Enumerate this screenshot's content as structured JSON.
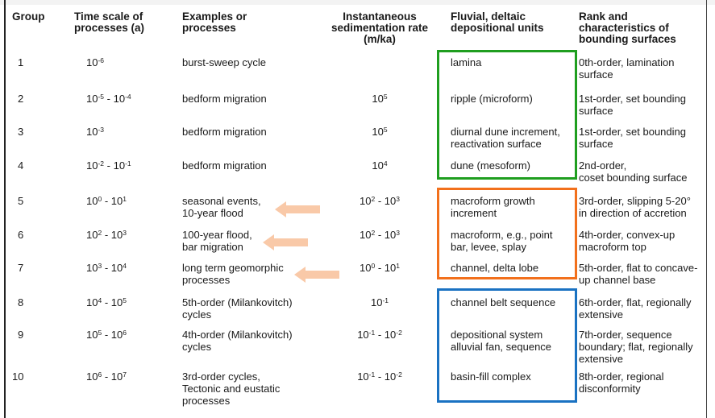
{
  "table": {
    "headers": {
      "group": "Group",
      "time_scale": "Time scale of processes (a)",
      "examples": "Examples or processes",
      "rate": "Instantaneous sedimentation rate (m/ka)",
      "units": "Fluvial, deltaic depositional units",
      "rank": "Rank and characteristics of bounding surfaces"
    },
    "header_lines": {
      "time_scale": [
        "Time scale of",
        "processes (a)"
      ],
      "examples": [
        "Examples or",
        "processes"
      ],
      "rate": [
        "Instantaneous",
        "sedimentation rate",
        "(m/ka)"
      ],
      "units": [
        "Fluvial, deltaic",
        "depositional units"
      ],
      "rank": [
        "Rank and",
        "characteristics of",
        "bounding surfaces"
      ]
    },
    "rows": [
      {
        "group": "1",
        "time": [
          [
            "10",
            "-6"
          ]
        ],
        "examples": [
          "burst-sweep cycle"
        ],
        "rate": [],
        "units": [
          "lamina"
        ],
        "rank": [
          "0th-order, lamination",
          "surface"
        ]
      },
      {
        "group": "2",
        "time": [
          [
            "10",
            "-5"
          ],
          [
            "10",
            "-4"
          ]
        ],
        "examples": [
          "bedform migration"
        ],
        "rate": [
          [
            "10",
            "5"
          ]
        ],
        "units": [
          "ripple (microform)"
        ],
        "rank": [
          "1st-order, set bounding",
          "surface"
        ]
      },
      {
        "group": "3",
        "time": [
          [
            "10",
            "-3"
          ]
        ],
        "examples": [
          "bedform migration"
        ],
        "rate": [
          [
            "10",
            "5"
          ]
        ],
        "units": [
          "diurnal dune increment,",
          "reactivation surface"
        ],
        "rank": [
          "1st-order, set bounding",
          "surface"
        ]
      },
      {
        "group": "4",
        "time": [
          [
            "10",
            "-2"
          ],
          [
            "10",
            "-1"
          ]
        ],
        "examples": [
          "bedform migration"
        ],
        "rate": [
          [
            "10",
            "4"
          ]
        ],
        "units": [
          "dune (mesoform)"
        ],
        "rank": [
          "2nd-order,",
          "coset bounding surface"
        ]
      },
      {
        "group": "5",
        "time": [
          [
            "10",
            "0"
          ],
          [
            "10",
            "1"
          ]
        ],
        "examples": [
          "seasonal events,",
          "10-year flood"
        ],
        "rate": [
          [
            "10",
            "2"
          ],
          [
            "10",
            "3"
          ]
        ],
        "units": [
          "macroform growth",
          "increment"
        ],
        "rank": [
          "3rd-order, slipping 5-20°",
          "in direction of accretion"
        ]
      },
      {
        "group": "6",
        "time": [
          [
            "10",
            "2"
          ],
          [
            "10",
            "3"
          ]
        ],
        "examples": [
          "100-year flood,",
          "bar migration"
        ],
        "rate": [
          [
            "10",
            "2"
          ],
          [
            "10",
            "3"
          ]
        ],
        "units": [
          "macroform, e.g., point",
          "bar, levee, splay"
        ],
        "rank": [
          "4th-order, convex-up",
          "macroform top"
        ]
      },
      {
        "group": "7",
        "time": [
          [
            "10",
            "3"
          ],
          [
            "10",
            "4"
          ]
        ],
        "examples": [
          "long term geomorphic",
          "processes"
        ],
        "rate": [
          [
            "10",
            "0"
          ],
          [
            "10",
            "1"
          ]
        ],
        "units": [
          "channel, delta lobe"
        ],
        "rank": [
          "5th-order, flat to concave-",
          "up channel base"
        ]
      },
      {
        "group": "8",
        "time": [
          [
            "10",
            "4"
          ],
          [
            "10",
            "5"
          ]
        ],
        "examples": [
          "5th-order (Milankovitch)",
          "cycles"
        ],
        "rate": [
          [
            "10",
            "-1"
          ]
        ],
        "units": [
          "channel belt sequence"
        ],
        "rank": [
          "6th-order, flat, regionally",
          "extensive"
        ]
      },
      {
        "group": "9",
        "time": [
          [
            "10",
            "5"
          ],
          [
            "10",
            "6"
          ]
        ],
        "examples": [
          "4th-order (Milankovitch)",
          "cycles"
        ],
        "rate": [
          [
            "10",
            "-1"
          ],
          [
            "10",
            "-2"
          ]
        ],
        "units": [
          "depositional system",
          "alluvial fan, sequence"
        ],
        "rank": [
          "7th-order, sequence",
          "boundary; flat, regionally",
          "extensive"
        ]
      },
      {
        "group": "10",
        "time": [
          [
            "10",
            "6"
          ],
          [
            "10",
            "7"
          ]
        ],
        "examples": [
          "3rd-order cycles,",
          "Tectonic and eustatic",
          "processes"
        ],
        "rate": [
          [
            "10",
            "-1"
          ],
          [
            "10",
            "-2"
          ]
        ],
        "units": [
          "basin-fill complex"
        ],
        "rank": [
          "8th-order, regional",
          "disconformity"
        ]
      }
    ]
  },
  "highlight_boxes": [
    {
      "name": "green-box-bedforms",
      "color": "#1f9e1f",
      "rows": "1-4"
    },
    {
      "name": "orange-box-macroforms",
      "color": "#f2701c",
      "rows": "5-7"
    },
    {
      "name": "blue-box-sequences",
      "color": "#1a72c2",
      "rows": "8-10"
    }
  ],
  "arrows": {
    "color": "#f9c9a8",
    "rows": [
      "5",
      "6",
      "7"
    ],
    "icon": "left-arrow-icon"
  }
}
